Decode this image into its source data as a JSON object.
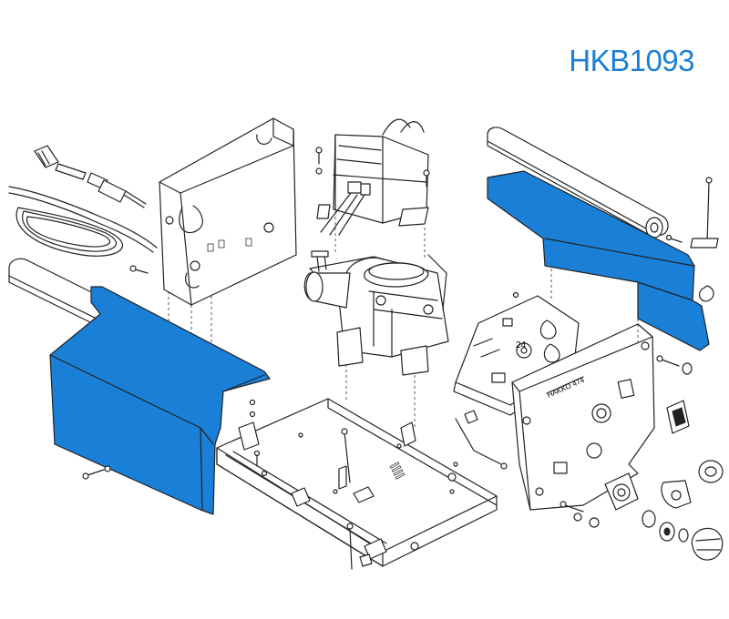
{
  "header": {
    "part_code": "HKB1093",
    "part_code_color": "#1a7fd6"
  },
  "colors": {
    "highlight": "#1a7fd6",
    "line": "#222222",
    "background": "#ffffff"
  },
  "callouts": {
    "ref_number": "24"
  },
  "panel_label": {
    "brand_text": "HAKKO 474"
  }
}
